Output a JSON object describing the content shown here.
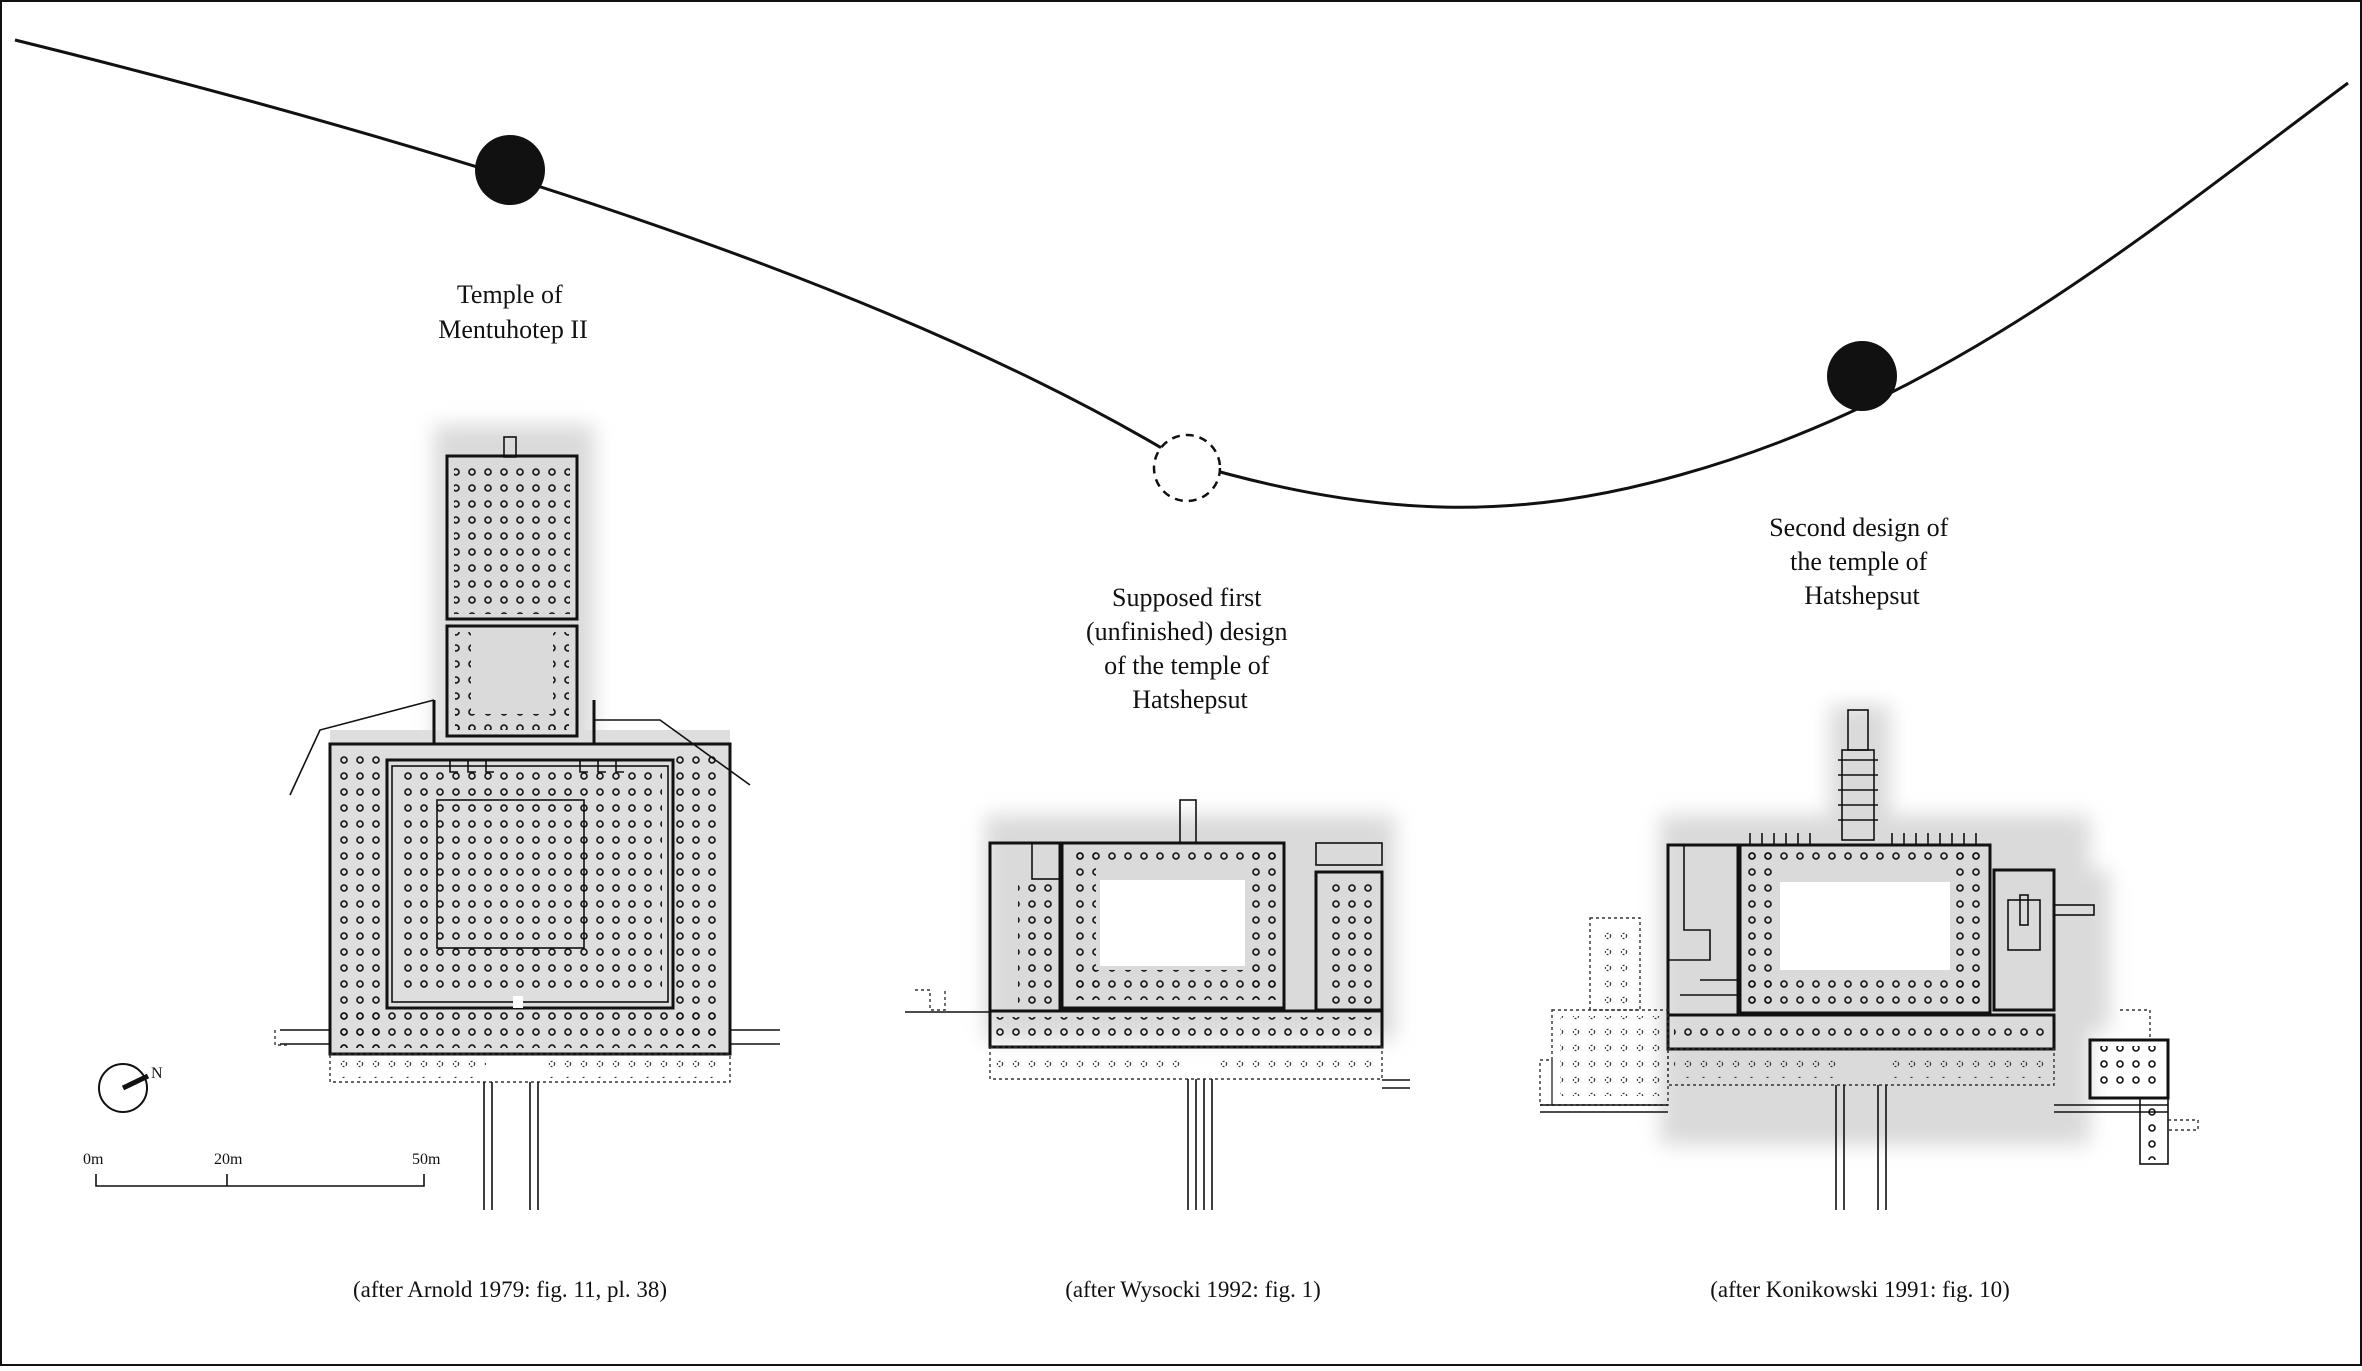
{
  "labels": {
    "mentuhotep": [
      "Temple of",
      "Mentuhotep II"
    ],
    "first_design": [
      "Supposed first",
      "(unfinished) design",
      "of the temple of",
      "Hatshepsut"
    ],
    "second_design": [
      "Second design of",
      "the temple of",
      "Hatshepsut"
    ]
  },
  "captions": {
    "arnold": "(after Arnold 1979: fig. 11, pl. 38)",
    "wysocki": "(after Wysocki 1992: fig. 1)",
    "konikowski": "(after Konikowski 1991: fig. 10)"
  },
  "north": {
    "label": "N"
  },
  "scale_bar": {
    "ticks": [
      "0m",
      "20m",
      "50m"
    ]
  },
  "colors": {
    "ink": "#111111",
    "shade": "#d6d6d6",
    "paper": "#ffffff"
  }
}
